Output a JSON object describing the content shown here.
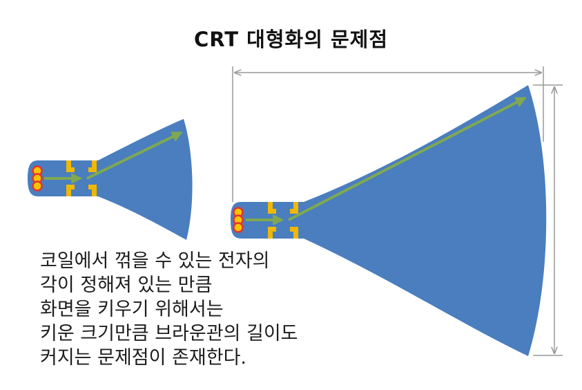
{
  "title": "CRT 대형화의 문제점",
  "caption_lines": [
    "코일에서 꺾을 수 있는 전자의",
    "각이 정해져 있는 만큼",
    "화면을 키우기 위해서는",
    "키운 크기만큼 브라운관의 길이도",
    "커지는 문제점이 존재한다."
  ],
  "colors": {
    "tube": "#4a7ebf",
    "coil": "#f0b800",
    "beam": "#7fa851",
    "emitter_ring": "#e8332a",
    "emitter_fill": "#f5c400",
    "dimension_line": "#999999"
  },
  "icons": {
    "small_tube": "small-crt-tube-icon",
    "large_tube": "large-crt-tube-icon",
    "emitter": "electron-emitter-icon",
    "coil": "deflection-coil-icon",
    "beam": "electron-beam-arrow-icon"
  }
}
